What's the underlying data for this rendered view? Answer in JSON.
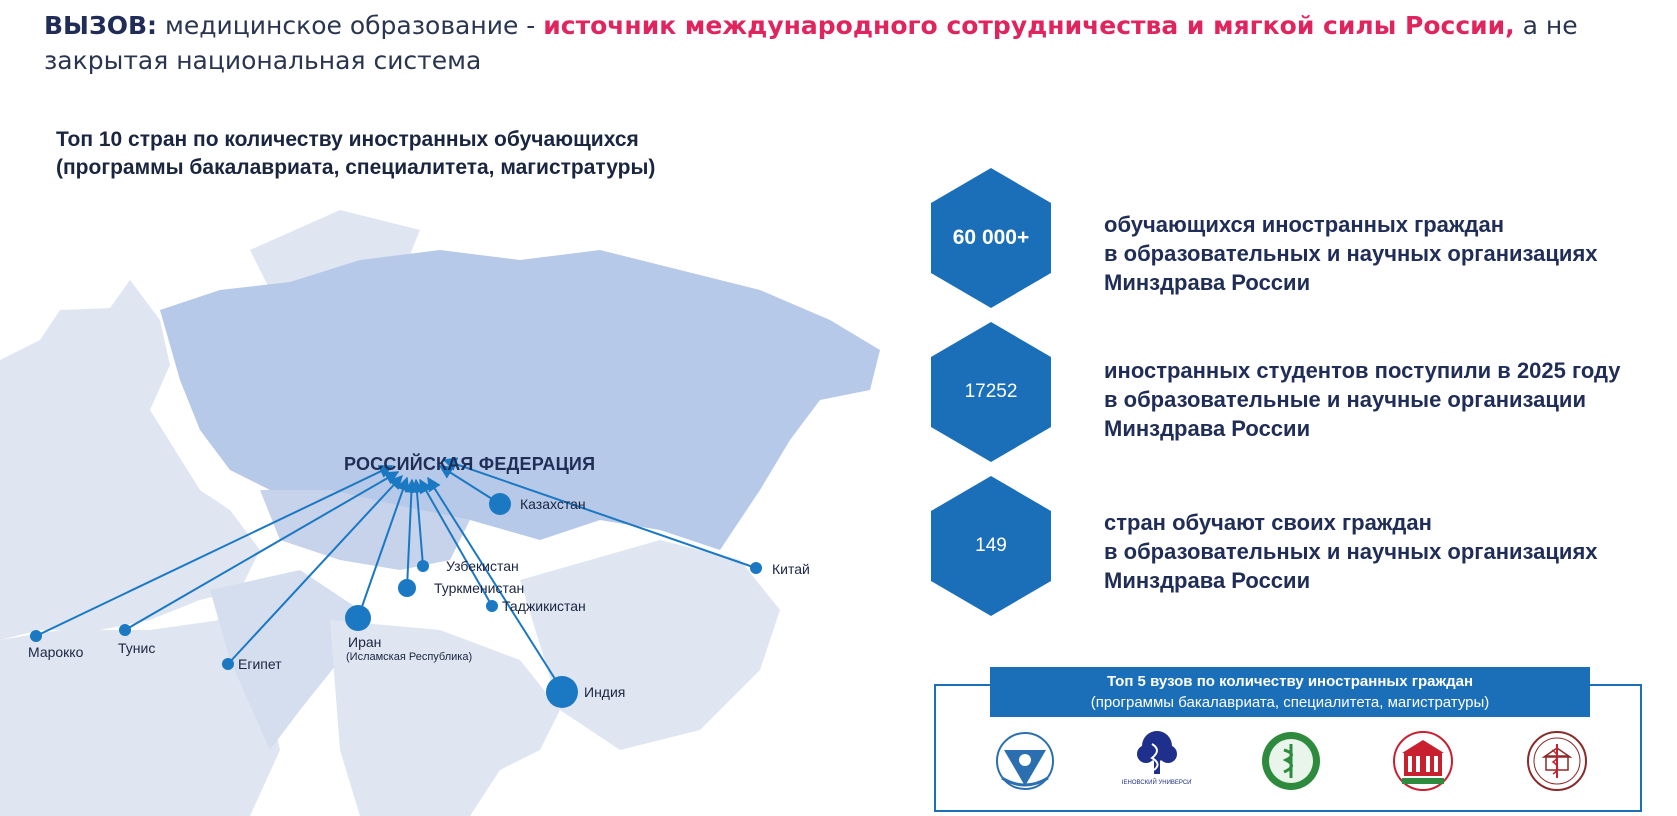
{
  "headline": {
    "lead": "ВЫЗОВ:",
    "part1": " медицинское образование - ",
    "accent": "источник международного сотрудничества и мягкой силы России,",
    "part2": " а не закрытая национальная система"
  },
  "map": {
    "title_line1": "Топ 10 стран по количеству иностранных обучающихся",
    "title_line2": "(программы бакалавриата, специалитета, магистратуры)",
    "russia_label": "РОССИЙСКАЯ ФЕДЕРАЦИЯ",
    "countries": {
      "kazakhstan": "Казахстан",
      "uzbekistan": "Узбекистан",
      "turkmenistan": "Туркменистан",
      "tajikistan": "Таджикистан",
      "china": "Китай",
      "iran": "Иран",
      "iran_sub": "(Исламская Республика)",
      "india": "Индия",
      "egypt": "Египет",
      "tunisia": "Тунис",
      "morocco": "Марокко"
    },
    "colors": {
      "land": "#dfe6f2",
      "russia": "#b7c9e8",
      "arrow": "#1b78c2",
      "marker": "#1b78c2"
    }
  },
  "stats": [
    {
      "value": "60 000+",
      "line1": "обучающихся иностранных граждан",
      "line2": "в образовательных и научных организациях",
      "line3": "Минздрава России"
    },
    {
      "value": "17252",
      "line1": "иностранных студентов поступили в 2025 году",
      "line2": "в образовательные и научные организации",
      "line3": "Минздрава России"
    },
    {
      "value": "149",
      "line1": "стран обучают своих граждан",
      "line2": "в образовательных и научных организациях",
      "line3": "Минздрава России"
    }
  ],
  "universities": {
    "title": "Топ 5 вузов по количеству иностранных граждан",
    "subtitle": "(программы бакалавриата, специалитета, магистратуры)",
    "logos": [
      "university-logo-icon",
      "sechenov-university-logo-icon",
      "medical-university-logo-icon",
      "university-building-logo-icon",
      "medical-academy-logo-icon"
    ],
    "sechenov_text": "СЕЧЕНОВСКИЙ УНИВЕРСИТЕТ"
  },
  "theme": {
    "hex": "#1b6fb8",
    "accent": "#e0245e",
    "navy": "#1f2d57"
  }
}
